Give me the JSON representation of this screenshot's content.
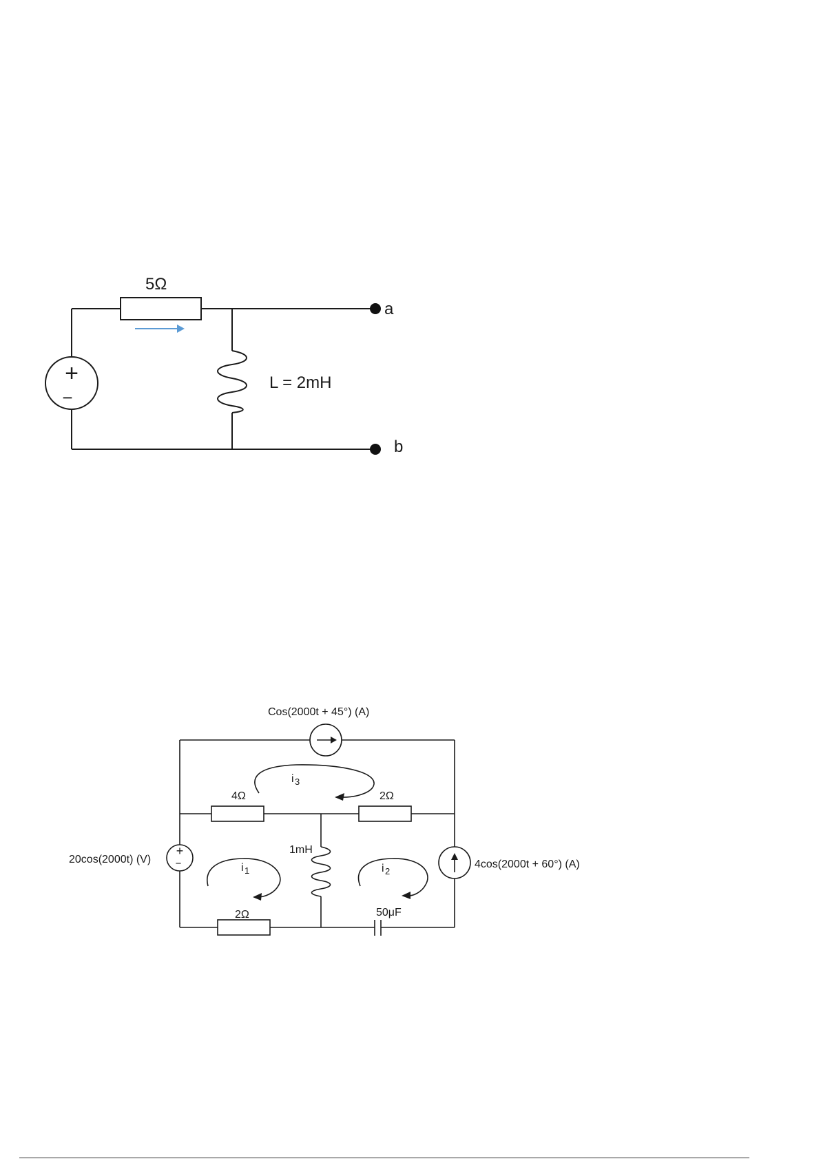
{
  "circuit1": {
    "resistor_label": "5Ω",
    "inductor_label": "L = 2mH",
    "terminal_a": "a",
    "terminal_b": "b",
    "source_plus": "+",
    "source_minus": "−",
    "current_arrow_color": "#5b9bd5"
  },
  "circuit2": {
    "top_source_label": "Cos(2000t + 45°) (A)",
    "left_source_label": "20cos(2000t) (V)",
    "right_source_label": "4cos(2000t + 60°) (A)",
    "r_top_left": "4Ω",
    "r_top_right": "2Ω",
    "r_bottom": "2Ω",
    "inductor": "1mH",
    "capacitor": "50μF",
    "mesh_i1_base": "i",
    "mesh_i1_sub": "1",
    "mesh_i2_base": "i",
    "mesh_i2_sub": "2",
    "mesh_i3_base": "i",
    "mesh_i3_sub": "3",
    "source_plus": "+",
    "source_minus": "−"
  }
}
